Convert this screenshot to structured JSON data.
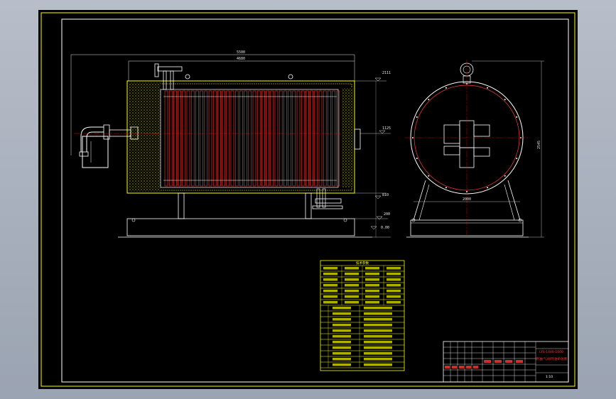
{
  "drawing": {
    "front_view": {
      "dim_overall": "5500",
      "dim_inner": "4680",
      "level_top": "2111",
      "level_mid": "1125",
      "level_low": "810",
      "level_base": "200",
      "level_ground": "0.00"
    },
    "side_view": {
      "dim_base_width": "2000",
      "dim_height": "2545"
    },
    "title_block": {
      "code": "LYS-1400-1000",
      "name": "燃油(气)导热油炉总图",
      "scale": "1:10"
    },
    "tech_table_title": "技术参数"
  },
  "colors": {
    "background": "#000000",
    "frame": "#ffff00",
    "tube": "#ff3b3b",
    "centerline": "#ff0000",
    "outline": "#ffffff"
  }
}
